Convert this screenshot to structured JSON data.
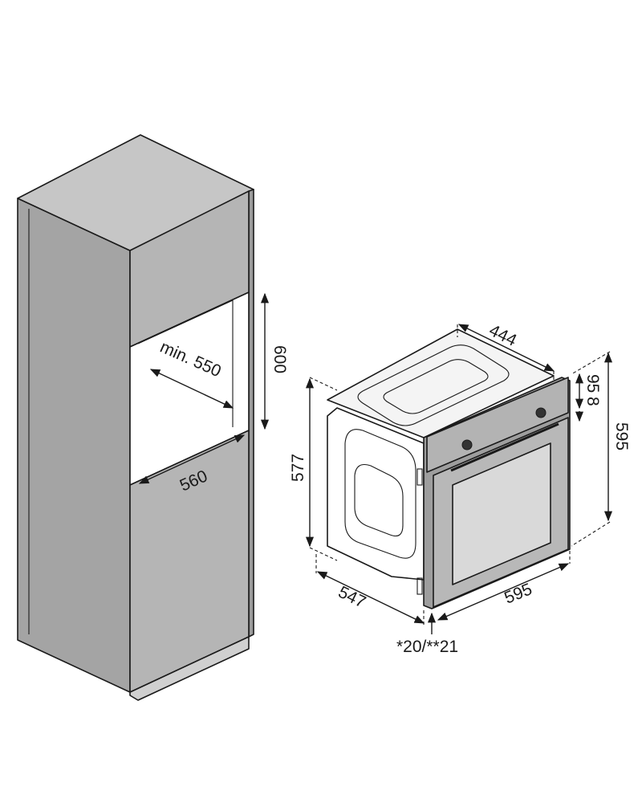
{
  "colors": {
    "cabinet_top": "#c6c6c6",
    "cabinet_side": "#a4a4a4",
    "cabinet_front": "#b5b5b5",
    "cavity": "#ffffff",
    "oven_panel": "#b3b3b3",
    "oven_glass": "#d9d9d9",
    "line": "#1a1a1a"
  },
  "dimensions": {
    "niche_depth": "min. 550",
    "niche_height": "600",
    "niche_width": "560",
    "oven_top_width": "444",
    "oven_panel_height": "95",
    "oven_panel_offset": "8",
    "oven_total_height": "595",
    "oven_body_height": "577",
    "oven_depth": "547",
    "oven_width": "595",
    "door_projection": "*20/**21"
  },
  "icons": [
    "cabinet-illustration",
    "oven-illustration",
    "dimension-arrow"
  ]
}
